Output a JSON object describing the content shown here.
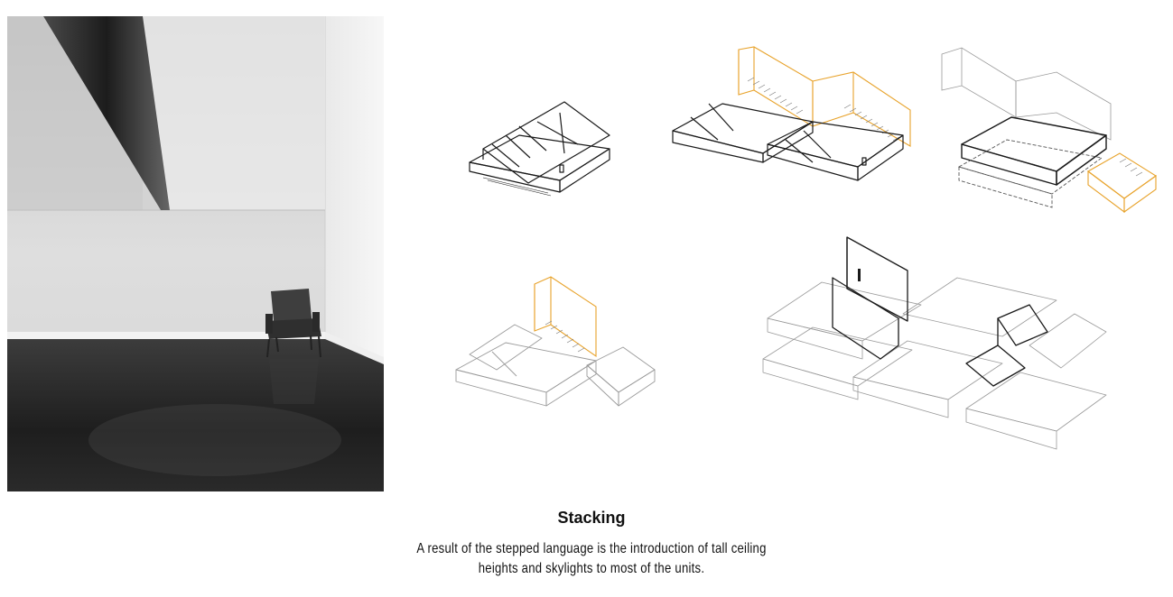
{
  "caption": {
    "title": "Stacking",
    "body": "A result of the stepped language is the introduction of tall ceiling heights and skylights to most of the units."
  },
  "photo": {
    "subject": "interior render with armchair and skylight"
  },
  "diagrams": [
    {
      "id": "step-1",
      "highlight": "none"
    },
    {
      "id": "step-2",
      "highlight": "stair volume"
    },
    {
      "id": "step-3",
      "highlight": "stair volume"
    },
    {
      "id": "step-4",
      "highlight": "stair volume"
    },
    {
      "id": "step-5",
      "highlight": "tall ceiling volumes"
    }
  ],
  "colors": {
    "highlight": "#e8a32c",
    "line_dark": "#1a1a1a",
    "line_light": "#9a9a9a"
  }
}
